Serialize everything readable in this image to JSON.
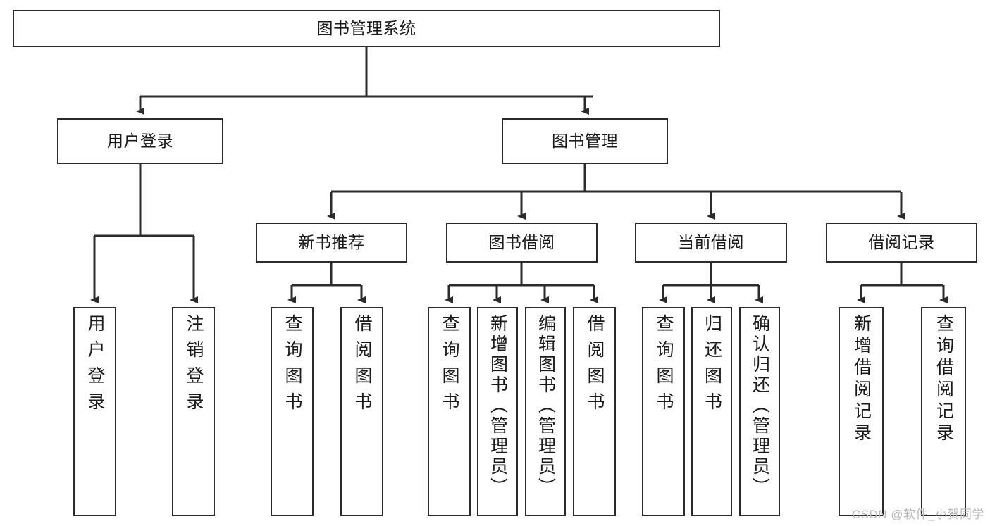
{
  "diagram": {
    "type": "tree-hierarchy",
    "title": "图书管理系统",
    "watermark": "CSDN @软件_小贺同学",
    "colors": {
      "box_border": "#2b2b2b",
      "box_fill": "#ffffff",
      "connector": "#2b2b2b",
      "text": "#1b1b1b",
      "watermark": "#b9b9b9"
    },
    "nodes": {
      "root": {
        "label": "图书管理系统",
        "level": 0,
        "orientation": "horizontal"
      },
      "l1": [
        {
          "id": "user-login",
          "label": "用户登录",
          "orientation": "horizontal"
        },
        {
          "id": "book-manage",
          "label": "图书管理",
          "orientation": "horizontal"
        }
      ],
      "l2": [
        {
          "id": "new-book-recommend",
          "label": "新书推荐",
          "orientation": "horizontal",
          "parent": "book-manage"
        },
        {
          "id": "book-borrow",
          "label": "图书借阅",
          "orientation": "horizontal",
          "parent": "book-manage"
        },
        {
          "id": "current-borrow",
          "label": "当前借阅",
          "orientation": "horizontal",
          "parent": "book-manage"
        },
        {
          "id": "borrow-record",
          "label": "借阅记录",
          "orientation": "horizontal",
          "parent": "book-manage"
        }
      ],
      "leaves": [
        {
          "id": "leaf-user-login",
          "label": "用户登录",
          "parent": "user-login",
          "orientation": "vertical"
        },
        {
          "id": "leaf-logout",
          "label": "注销登录",
          "parent": "user-login",
          "orientation": "vertical"
        },
        {
          "id": "leaf-query-book-1",
          "label": "查询图书",
          "parent": "new-book-recommend",
          "orientation": "vertical"
        },
        {
          "id": "leaf-borrow-book-1",
          "label": "借阅图书",
          "parent": "new-book-recommend",
          "orientation": "vertical"
        },
        {
          "id": "leaf-query-book-2",
          "label": "查询图书",
          "parent": "book-borrow",
          "orientation": "vertical"
        },
        {
          "id": "leaf-add-book",
          "label": "新增图书（管理员）",
          "parent": "book-borrow",
          "orientation": "vertical"
        },
        {
          "id": "leaf-edit-book",
          "label": "编辑图书（管理员）",
          "parent": "book-borrow",
          "orientation": "vertical"
        },
        {
          "id": "leaf-borrow-book-2",
          "label": "借阅图书",
          "parent": "book-borrow",
          "orientation": "vertical"
        },
        {
          "id": "leaf-query-book-3",
          "label": "查询图书",
          "parent": "current-borrow",
          "orientation": "vertical"
        },
        {
          "id": "leaf-return-book",
          "label": "归还图书",
          "parent": "current-borrow",
          "orientation": "vertical"
        },
        {
          "id": "leaf-confirm-return",
          "label": "确认归还（管理员）",
          "parent": "current-borrow",
          "orientation": "vertical"
        },
        {
          "id": "leaf-add-record",
          "label": "新增借阅记录",
          "parent": "borrow-record",
          "orientation": "vertical"
        },
        {
          "id": "leaf-query-record",
          "label": "查询借阅记录",
          "parent": "borrow-record",
          "orientation": "vertical"
        }
      ]
    }
  }
}
